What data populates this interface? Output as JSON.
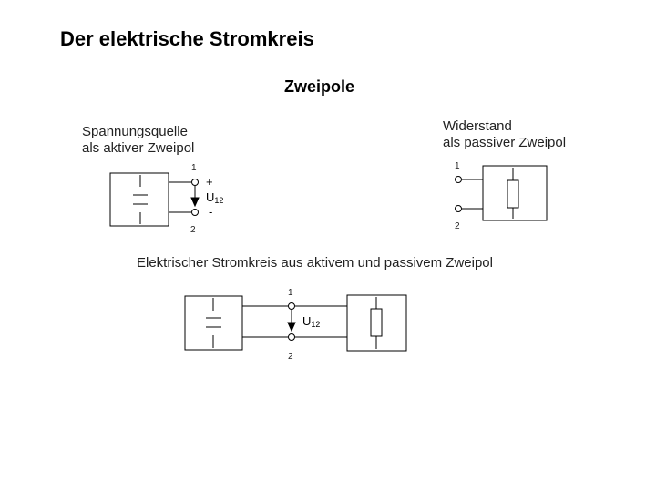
{
  "title": "Der elektrische Stromkreis",
  "subtitle": "Zweipole",
  "source": {
    "label_line1": "Spannungsquelle",
    "label_line2": "als aktiver Zweipol",
    "terminal_1": "1",
    "terminal_2": "2",
    "plus": "+",
    "minus": "-",
    "voltage_symbol": "U",
    "voltage_index": "12"
  },
  "resistor": {
    "label_line1": "Widerstand",
    "label_line2": "als passiver Zweipol",
    "terminal_1": "1",
    "terminal_2": "2"
  },
  "circuit": {
    "caption": "Elektrischer Stromkreis aus aktivem und passivem Zweipol",
    "terminal_1": "1",
    "terminal_2": "2",
    "voltage_symbol": "U",
    "voltage_index": "12"
  }
}
